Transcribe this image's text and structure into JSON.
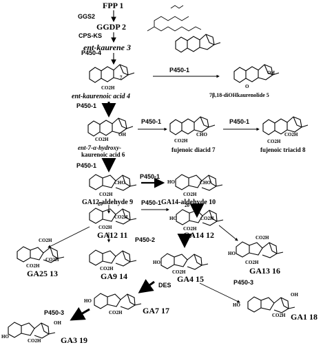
{
  "compounds": {
    "fpp": "FPP 1",
    "ggdp": "GGDP 2",
    "kaurene": "ent-kaurene 3",
    "kaurenoic": "ent-kaurenoic acid 4",
    "diol": "7β,18-diOHkaurenolide 5",
    "hydroxy_line1": "ent-7-α-hydroxy-",
    "hydroxy_line2": "kaurenoic acid 6",
    "fujenoic_diacid": "fujenoic diacid 7",
    "fujenoic_triacid": "fujenoic triacid 8",
    "ga12_ald": "GA12-aldehyde 9",
    "ga14_ald": "GA14-aldehyde 10",
    "ga12": "GA12 11",
    "ga14": "GA14 12",
    "ga25": "GA25 13",
    "ga9": "GA9 14",
    "ga4": "GA4 15",
    "ga13": "GA13 16",
    "ga7": "GA7 17",
    "ga1": "GA1 18",
    "ga3": "GA3 19"
  },
  "enzymes": {
    "ggs2": "GGS2",
    "cpsks": "CPS-KS",
    "p450_4": "P450-4",
    "p450_1": "P450-1",
    "p450_2": "P450-2",
    "p450_3": "P450-3",
    "des": "DES"
  },
  "atoms": {
    "co2h": "CO2H",
    "cho": "CHO",
    "oh": "OH",
    "h": "H",
    "o": "O",
    "ho": "HO",
    "n7": "7",
    "n20": "20"
  }
}
